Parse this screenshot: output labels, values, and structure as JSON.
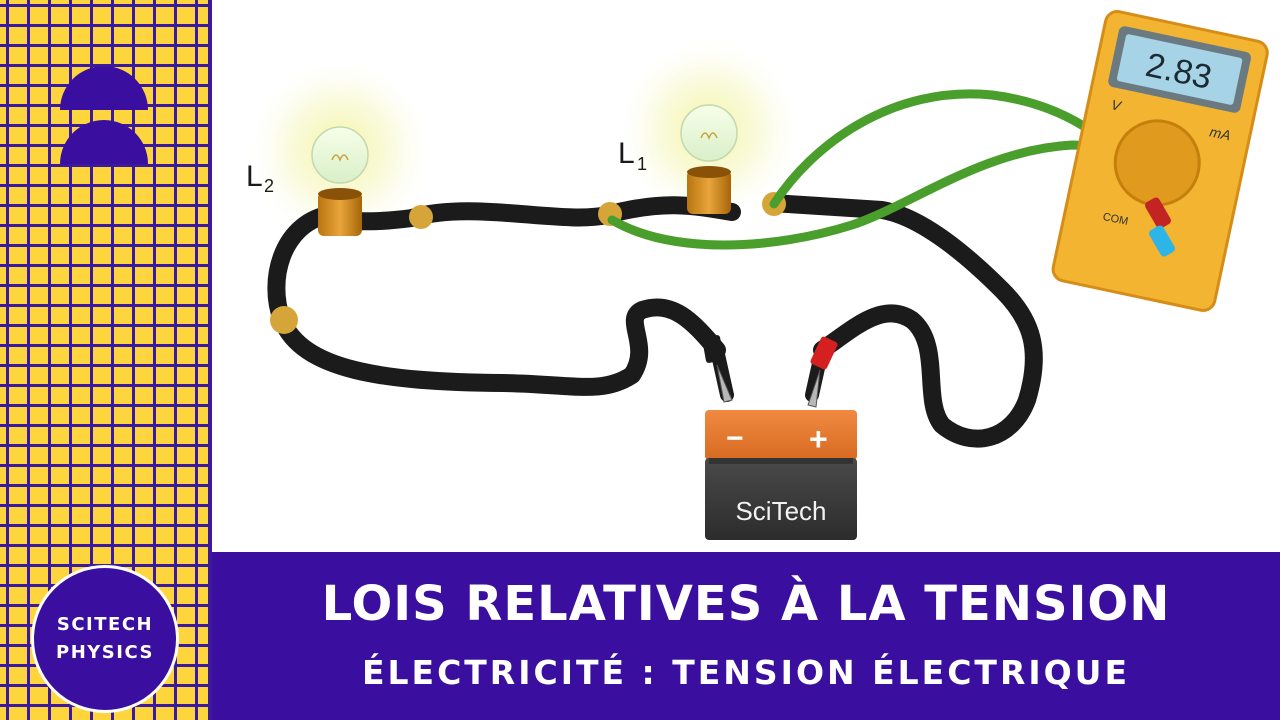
{
  "brand": {
    "badge_line1": "SCITECH",
    "badge_line2": "PHYSICS"
  },
  "diagram": {
    "lamp_l1_label": "L",
    "lamp_l1_index": "1",
    "lamp_l2_label": "L",
    "lamp_l2_index": "2",
    "battery_minus": "−",
    "battery_plus": "+",
    "battery_brand": "SciTech",
    "meter_reading": "2.83",
    "meter_label_v": "V",
    "meter_label_ma": "mA",
    "meter_label_com": "COM"
  },
  "banner": {
    "title": "LOIS RELATIVES À LA TENSION",
    "subtitle": "ÉLECTRICITÉ : TENSION ÉLECTRIQUE"
  },
  "colors": {
    "sidebar_yellow": "#ffd53d",
    "brand_purple": "#3a0fa0",
    "wire_black": "#1b1b1b",
    "probe_green": "#4a9e2c",
    "meter_yellow": "#f2b431"
  }
}
